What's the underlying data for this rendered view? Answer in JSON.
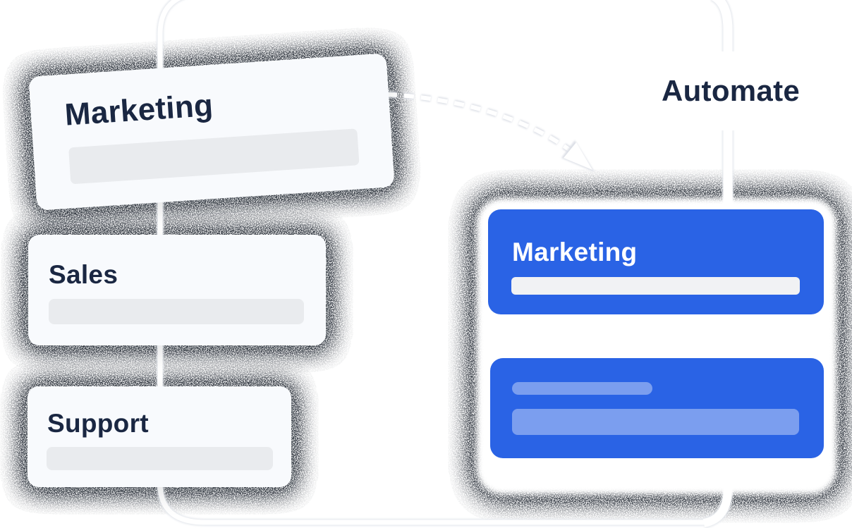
{
  "diagram": {
    "left_flow": {
      "cards": [
        {
          "label": "Marketing"
        },
        {
          "label": "Sales"
        },
        {
          "label": "Support"
        }
      ]
    },
    "right_flow": {
      "chip_label": "Automate",
      "cards": [
        {
          "label": "Marketing"
        },
        {
          "label": ""
        }
      ]
    },
    "colors": {
      "accent_blue": "#2a63e5",
      "navy_text": "#1a2742",
      "card_bg": "#f8fafd",
      "skeleton_gray": "#e9ebee",
      "skeleton_on_blue": "rgba(255,255,255,0.38)",
      "skeleton_white": "#f1f2f4",
      "connector": "#ffffff"
    }
  }
}
